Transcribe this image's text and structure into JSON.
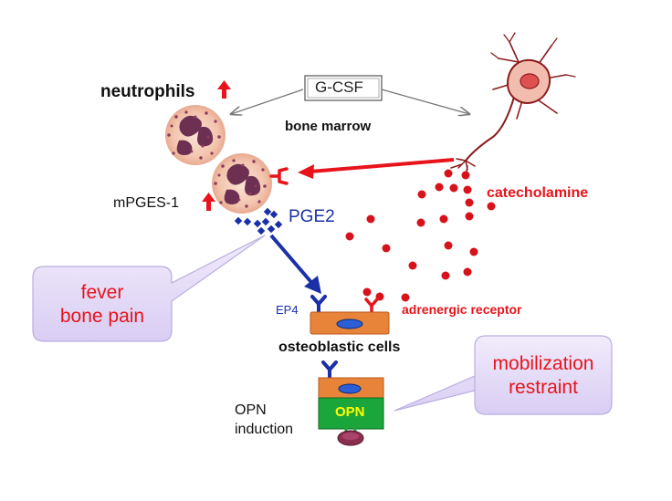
{
  "labels": {
    "gcsf": "G-CSF",
    "neutrophils": "neutrophils",
    "bone_marrow": "bone marrow",
    "mpges": "mPGES-1",
    "pge2": "PGE2",
    "catecholamine": "catecholamine",
    "ep4": "EP4",
    "adrenergic_receptor": "adrenergic receptor",
    "osteoblastic_cells": "osteoblastic cells",
    "opn_box": "OPN",
    "opn_induction_line1": "OPN",
    "opn_induction_line2": "induction"
  },
  "callouts": {
    "left_line1": "fever",
    "left_line2": "bone pain",
    "right_line1": "mobilization",
    "right_line2": "restraint"
  },
  "colors": {
    "red": "#e8141b",
    "blue": "#1a2fa8",
    "callout_fill": "#e4dcf7",
    "cell_fill": "#f3c9b5",
    "nucleus": "#6d2f52",
    "osteoblast": "#e8833a",
    "opn_green": "#1aa63a",
    "opn_text": "#ffff00"
  }
}
